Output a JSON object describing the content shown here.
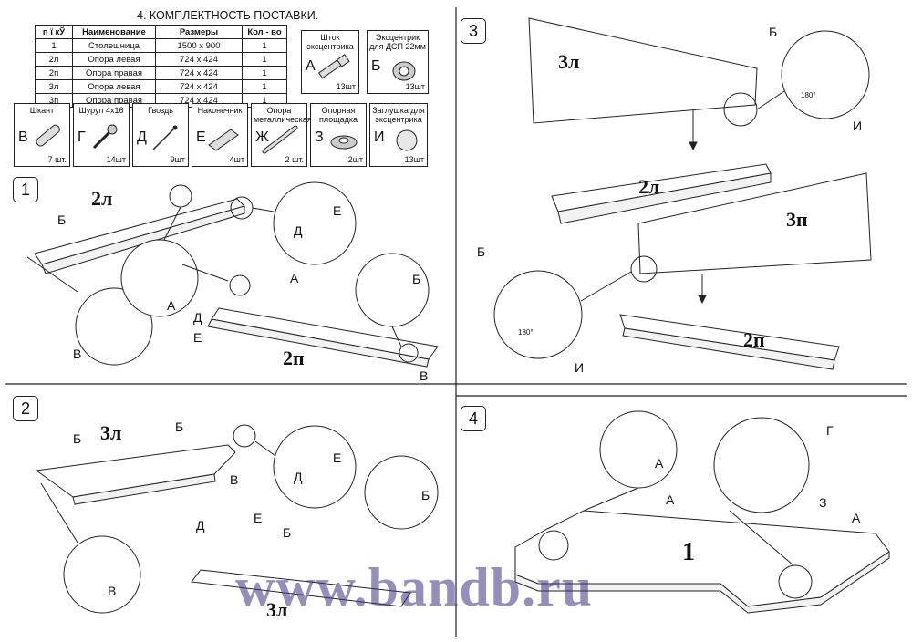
{
  "section_title": "4. КОМПЛЕКТНОСТЬ ПОСТАВКИ.",
  "table": {
    "headers": [
      "п  ї кЎ",
      "Наименование",
      "Размеры",
      "Кол - во"
    ],
    "rows": [
      [
        "1",
        "Столешница",
        "1500 x 900",
        "1"
      ],
      [
        "2л",
        "Опора левая",
        "724 x 424",
        "1"
      ],
      [
        "2п",
        "Опора правая",
        "724 x 424",
        "1"
      ],
      [
        "3л",
        "Опора левая",
        "724 x 424",
        "1"
      ],
      [
        "3п",
        "Опора правая",
        "724 x 424",
        "1"
      ]
    ]
  },
  "components_top": [
    {
      "name": "Шток эксцентрика",
      "letter": "А",
      "qty": "13шт"
    },
    {
      "name": "Эксцентрик для ДСП 22мм",
      "letter": "Б",
      "qty": "13шт"
    }
  ],
  "components": [
    {
      "name": "Шкант",
      "letter": "В",
      "qty": "7 шт."
    },
    {
      "name": "Шуруп 4x16",
      "letter": "Г",
      "qty": "14шт"
    },
    {
      "name": "Гвоздь",
      "letter": "Д",
      "qty": "9шт"
    },
    {
      "name": "Наконечник",
      "letter": "Е",
      "qty": "4шт"
    },
    {
      "name": "Опора металлическая",
      "letter": "Ж",
      "qty": "2 шт."
    },
    {
      "name": "Опорная площадка",
      "letter": "З",
      "qty": "2шт"
    },
    {
      "name": "Заглушка для эксцентрика",
      "letter": "И",
      "qty": "13шт"
    }
  ],
  "steps": [
    "1",
    "2",
    "3",
    "4"
  ],
  "labels": {
    "s1_b1": "Б",
    "s1_e": "Е",
    "s1_d": "Д",
    "s1_a": "А",
    "s1_a2": "А",
    "s1_d2": "Д",
    "s1_e2": "Е",
    "s1_b2": "Б",
    "s1_v": "В",
    "s1_v2": "В",
    "s2_b1": "Б",
    "s2_b2": "Б",
    "s2_e": "Е",
    "s2_d": "Д",
    "s2_v": "В",
    "s2_b3": "Б",
    "s2_d2": "Д",
    "s2_e2": "Е",
    "s2_b4": "Б",
    "s2_v2": "В",
    "s3_b1": "Б",
    "s3_i1": "И",
    "s3_b2": "Б",
    "s3_i2": "И",
    "s3_deg1": "180°",
    "s3_deg2": "180°",
    "s4_a1": "А",
    "s4_a2": "А",
    "s4_a3": "А",
    "s4_g": "Г",
    "s4_z": "З"
  },
  "part_numbers": {
    "p2l": "2л",
    "p2p": "2п",
    "p3l": "3л",
    "p3l_b": "3л",
    "p2l_b": "2л",
    "p3p": "3п",
    "p2p_b": "2п",
    "p1": "1"
  },
  "watermark": "www.bandb.ru"
}
